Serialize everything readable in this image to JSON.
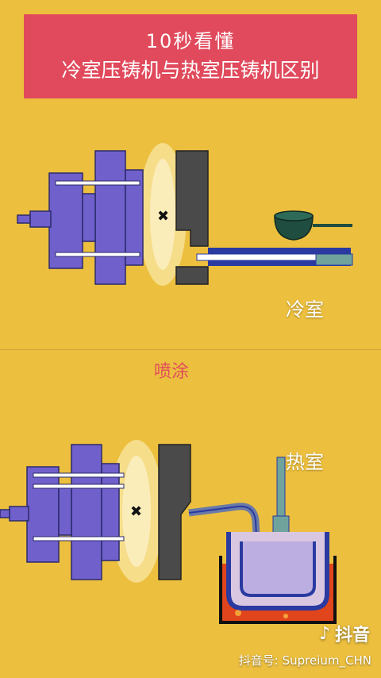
{
  "title": {
    "line1": "10秒看懂",
    "line2": "冷室压铸机与热室压铸机区别"
  },
  "labels": {
    "cold_chamber": "冷室",
    "spray": "喷涂",
    "hot_chamber": "热室"
  },
  "watermark": {
    "app_name": "抖音",
    "account": "抖音号: Supreium_CHN"
  },
  "colors": {
    "background": "#ecbf3e",
    "title_box": "#e04a5c",
    "machine_purple": "#7060cc",
    "die_gray": "#4a4a4a",
    "ladle_dark": "#1f4d40",
    "pipe_blue": "#2a3aa0",
    "molten_metal": "#e0451c"
  }
}
